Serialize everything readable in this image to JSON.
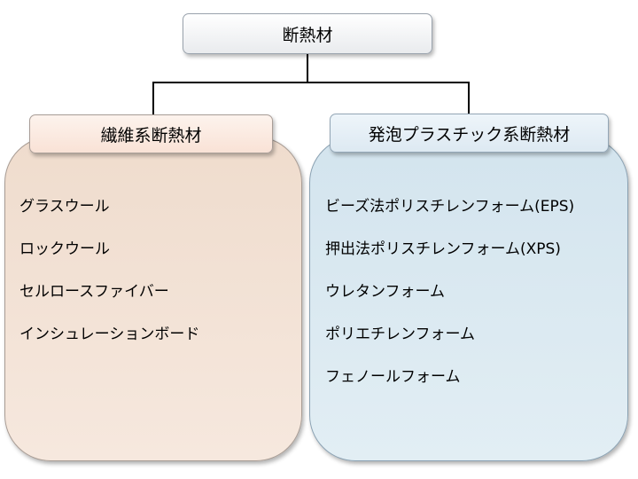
{
  "root": {
    "label": "断熱材"
  },
  "left": {
    "title": "繊維系断熱材",
    "items": [
      "グラスウール",
      "ロックウール",
      "セルロースファイバー",
      "インシュレーションボード"
    ]
  },
  "right": {
    "title": "発泡プラスチック系断熱材",
    "items": [
      "ビーズ法ポリスチレンフォーム(EPS)",
      "押出法ポリスチレンフォーム(XPS)",
      "ウレタンフォーム",
      "ポリエチレンフォーム",
      "フェノールフォーム"
    ]
  },
  "colors": {
    "left_panel": "#f2e1d3",
    "left_header": "#fbe9df",
    "right_panel": "#dae8f0",
    "right_header": "#e6eff6",
    "root_box": "#eef0f2",
    "line": "#000000"
  }
}
